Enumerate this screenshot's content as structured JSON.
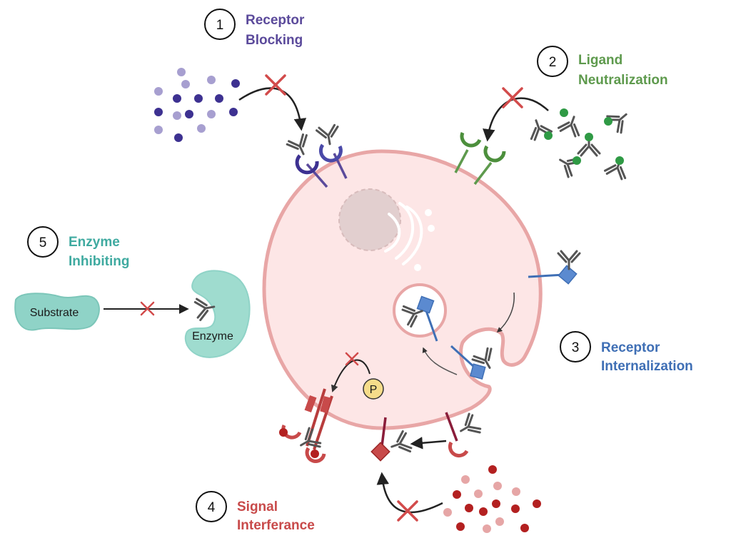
{
  "steps": [
    {
      "number": "1",
      "title_line1": "Receptor",
      "title_line2": "Blocking"
    },
    {
      "number": "2",
      "title_line1": "Ligand",
      "title_line2": "Neutralization"
    },
    {
      "number": "3",
      "title_line1": "Receptor",
      "title_line2": "Internalization"
    },
    {
      "number": "4",
      "title_line1": "Signal",
      "title_line2": "Interferance"
    },
    {
      "number": "5",
      "title_line1": "Enzyme",
      "title_line2": "Inhibiting"
    }
  ],
  "labels": {
    "substrate": "Substrate",
    "enzyme": "Enzyme",
    "phosphate": "P"
  },
  "colors": {
    "purple": "#5b4a9b",
    "green": "#5e9a4d",
    "blue": "#3f6fb5",
    "red": "#c84a4a",
    "teal": "#3faaa0",
    "cell_fill": "#fde6e6",
    "cell_stroke": "#e8a6a6",
    "inhibit_x": "#d24b4b"
  }
}
